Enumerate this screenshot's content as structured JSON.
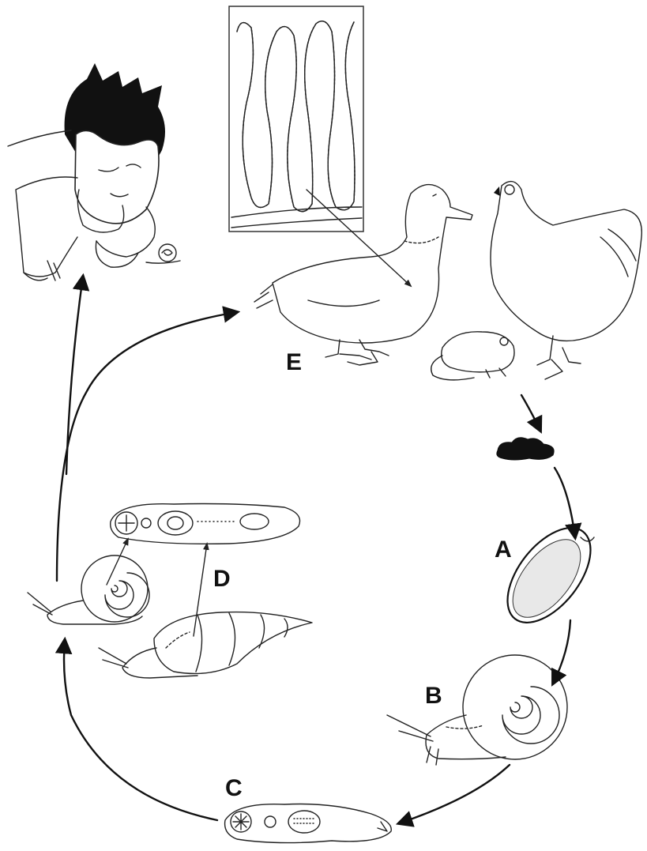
{
  "diagram": {
    "labels": {
      "a": "A",
      "b": "B",
      "c": "C",
      "d": "D",
      "e": "E"
    },
    "ink_color": "#111111",
    "background_color": "#ffffff"
  }
}
